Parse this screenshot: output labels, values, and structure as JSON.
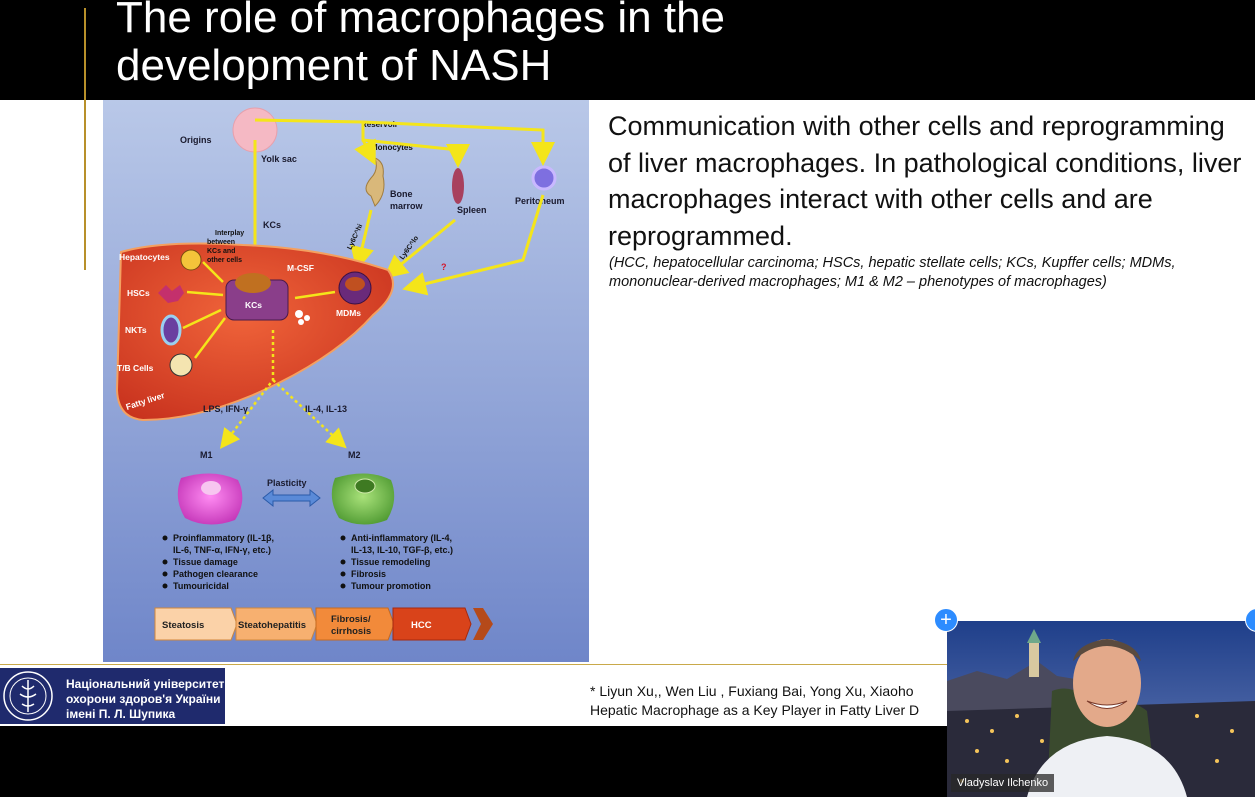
{
  "slide": {
    "title": "The role of macrophages in the development of NASH",
    "body": "Communication with other cells and reprogramming of liver macrophages. In pathological conditions, liver macrophages interact with other cells and are reprogrammed.",
    "note_line1": "(HCC, hepatocellular carcinoma; HSCs, hepatic stellate cells; KCs, Kupffer cells; MDMs,",
    "note_line2": "mononuclear-derived macrophages; M1 & M2 – phenotypes of macrophages)",
    "reference_line1": "*  Liyun Xu,, Wen Liu , Fuxiang Bai, Yong Xu, Xiaoho",
    "reference_line2": "Hepatic Macrophage as a Key Player in Fatty Liver D",
    "university_line1": "Національний університет",
    "university_line2": "охорони здоров'я України",
    "university_line3": "імені П. Л. Шупика"
  },
  "figure": {
    "origins": "Origins",
    "yolk_sac": "Yolk sac",
    "reservoir": "Reservoir",
    "monocytes": "Monocytes",
    "bone": "Bone",
    "marrow": "marrow",
    "spleen": "Spleen",
    "peritoneum": "Peritoneum",
    "kcs_top": "KCs",
    "interplay_1": "Interplay",
    "interplay_2": "between",
    "interplay_3": "KCs and",
    "interplay_4": "other cells",
    "m_csf": "M-CSF",
    "ly6c_hi": "Ly6C^hi",
    "ly6c_lo": "Ly6C^lo",
    "question": "?",
    "hepatocytes": "Hepatocytes",
    "hscs": "HSCs",
    "nkts": "NKTs",
    "tb_cells": "T/B Cells",
    "fatty_liver": "Fatty liver",
    "kcs": "KCs",
    "mdms": "MDMs",
    "lps": "LPS, IFN-γ",
    "il4": "IL-4, IL-13",
    "m1": "M1",
    "m2": "M2",
    "plasticity": "Plasticity",
    "m1_list": [
      "Proinflammatory (IL-1β,",
      "IL-6, TNF-α, IFN-γ, etc.)",
      "Tissue damage",
      "Pathogen clearance",
      "Tumouricidal"
    ],
    "m2_list": [
      "Anti-inflammatory (IL-4,",
      "IL-13, IL-10, TGF-β, etc.)",
      "Tissue remodeling",
      "Fibrosis",
      "Tumour promotion"
    ],
    "stages": [
      "Steatosis",
      "Steatohepatitis",
      "Fibrosis/",
      "cirrhosis",
      "HCC"
    ]
  },
  "video": {
    "participant_name": "Vladyslav Ilchenko"
  },
  "colors": {
    "header_bg": "#000000",
    "accent_gold": "#b8902a",
    "university_blue": "#1f2a6d",
    "zoom_blue": "#2d8cff"
  }
}
